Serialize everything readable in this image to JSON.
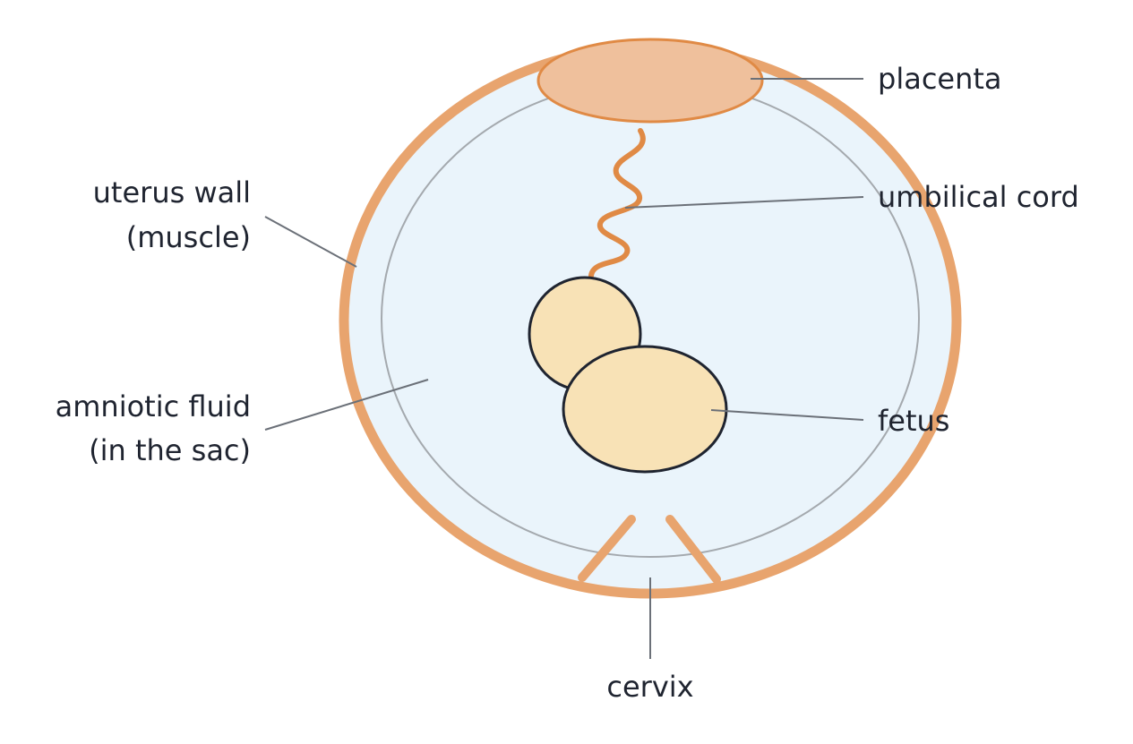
{
  "labels": {
    "placenta": "placenta",
    "umbilical_cord": "umbilical cord",
    "uterus_wall_line1": "uterus wall",
    "uterus_wall_line2": "(muscle)",
    "amniotic_fluid_line1": "amniotic fluid",
    "amniotic_fluid_line2": "(in the sac)",
    "fetus": "fetus",
    "cervix": "cervix"
  },
  "colors": {
    "uterus_wall": "#e8a46e",
    "amniotic_fill": "#eaf4fb",
    "sac_outline": "#a4a9ae",
    "placenta_fill": "#efc09c",
    "placenta_stroke": "#e08a45",
    "cord": "#e08a45",
    "fetus_fill": "#f8e2b6",
    "fetus_stroke": "#1f2430",
    "leader_line": "#6b7078",
    "text": "#1f2430"
  }
}
